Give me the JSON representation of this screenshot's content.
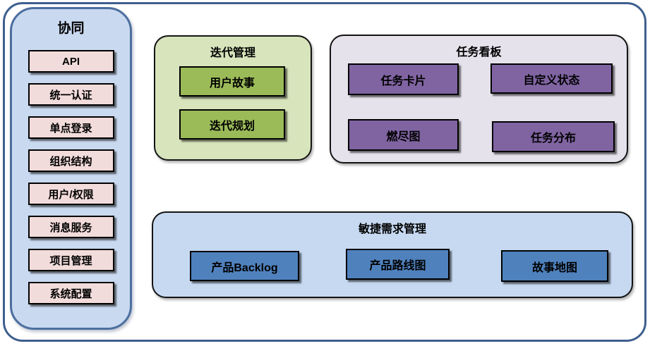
{
  "sidebar": {
    "title": "协同",
    "items": [
      "API",
      "统一认证",
      "单点登录",
      "组织结构",
      "用户/权限",
      "消息服务",
      "项目管理",
      "系统配置"
    ]
  },
  "panels": {
    "iteration": {
      "title": "迭代管理",
      "items": [
        "用户故事",
        "迭代规划"
      ]
    },
    "taskboard": {
      "title": "任务看板",
      "items": [
        "任务卡片",
        "自定义状态",
        "燃尽图",
        "任务分布"
      ]
    },
    "requirements": {
      "title": "敏捷需求管理",
      "items": [
        "产品Backlog",
        "产品路线图",
        "故事地图"
      ]
    }
  },
  "colors": {
    "frame_border": "#3E5F8E",
    "sidebar_fill": "#C9D9F0",
    "sidebar_border": "#4C6F9F",
    "pink_box": "#F2DCDB",
    "green_panel": "#D7E4BC",
    "green_box": "#9BBB59",
    "purple_panel": "#E6E2EC",
    "purple_box": "#8064A2",
    "blue_panel": "#C6D9F1",
    "blue_box": "#4F81BD",
    "box_border": "#000000"
  }
}
